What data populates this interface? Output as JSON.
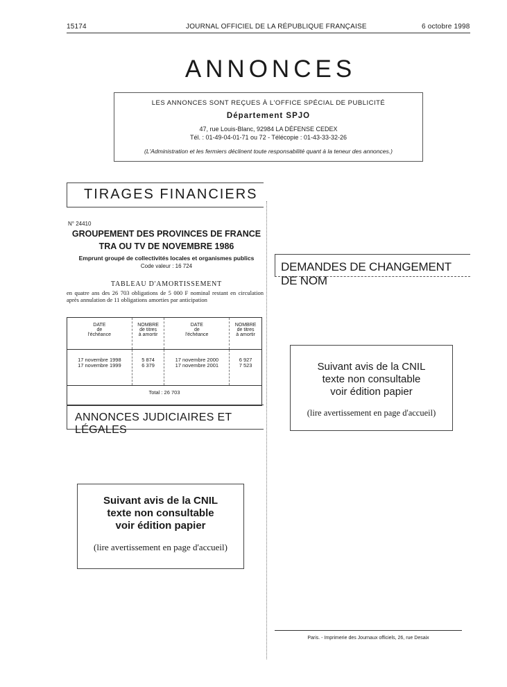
{
  "header": {
    "page_number": "15174",
    "journal": "JOURNAL OFFICIEL DE LA RÉPUBLIQUE FRANÇAISE",
    "date": "6 octobre 1998"
  },
  "title": "ANNONCES",
  "notice": {
    "line1": "LES ANNONCES SONT REÇUES À L'OFFICE SPÉCIAL DE PUBLICITÉ",
    "department": "Département SPJO",
    "address": "47, rue Louis-Blanc, 92984 LA DÉFENSE CEDEX",
    "phones": "Tél. : 01-49-04-01-71 ou 72 - Télécopie : 01-43-33-32-26",
    "disclaimer": "(L'Administration et les fermiers déclinent toute responsabilité quant à la teneur des annonces.)"
  },
  "sections": {
    "tirages": "TIRAGES FINANCIERS",
    "judiciaires": "ANNONCES JUDICIAIRES ET LÉGALES",
    "changement_nom": "DEMANDES DE CHANGEMENT DE NOM"
  },
  "entry": {
    "number": "N° 24410",
    "title1": "GROUPEMENT DES PROVINCES DE FRANCE",
    "title2": "TRA OU TV DE NOVEMBRE 1986",
    "subtitle": "Emprunt groupé de collectivités locales et organismes publics",
    "code": "Code valeur : 16 724",
    "table_title": "TABLEAU D'AMORTISSEMENT",
    "table_intro": "en quatre ans des 26 703 obligations de 5 000 F nominal restant en circulation après annulation de 11 obligations amorties par anticipation"
  },
  "table": {
    "headers": [
      [
        "DATE",
        "de",
        "l'échéance"
      ],
      [
        "NOMBRE",
        "de titres",
        "à amortir"
      ],
      [
        "DATE",
        "de",
        "l'échéance"
      ],
      [
        "NOMBRE",
        "de titres",
        "à amortir"
      ]
    ],
    "rows": [
      [
        "17 novembre 1998",
        "5 874",
        "17 novembre 2000",
        "6 927"
      ],
      [
        "17 novembre 1999",
        "6 379",
        "17 novembre 2001",
        "7 523"
      ]
    ],
    "total": "Total : 26 703"
  },
  "cnil_notice": {
    "line1": "Suivant avis de la CNIL",
    "line2": "texte non consultable",
    "line3": "voir édition papier",
    "line4": "(lire avertissement en page d'accueil)"
  },
  "footer": "Paris. - Imprimerie des Journaux officiels, 26, rue Desaix"
}
